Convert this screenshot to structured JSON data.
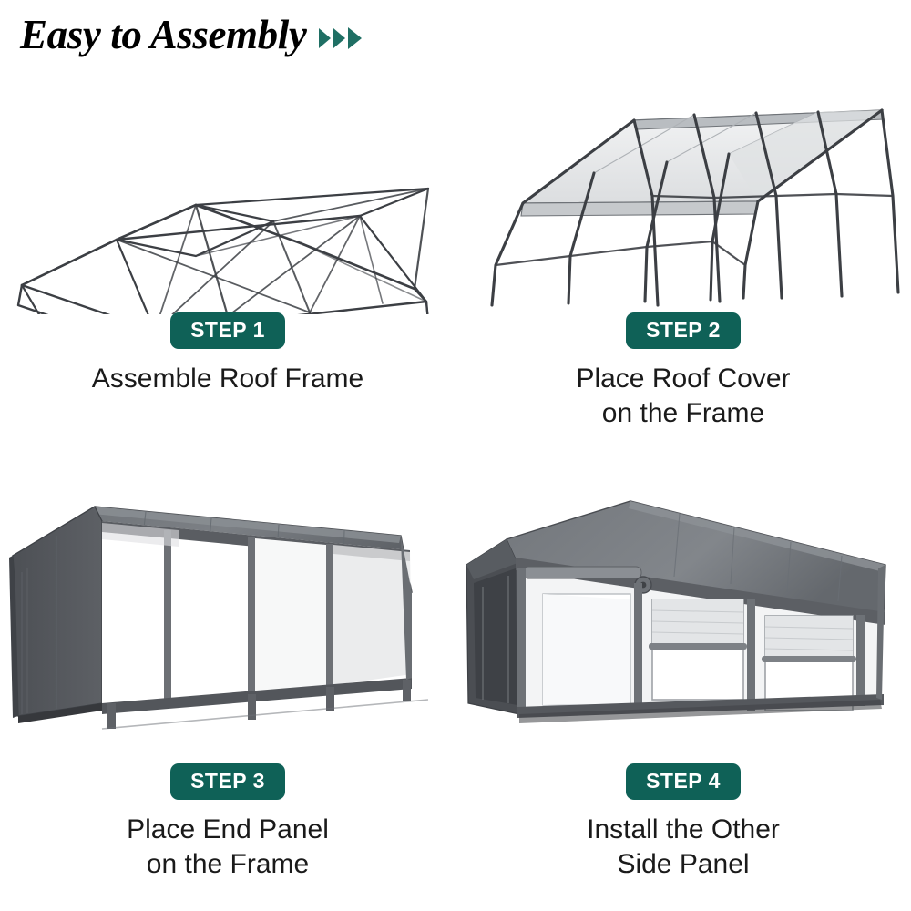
{
  "header": {
    "title": "Easy to Assembly",
    "arrow_icon": "triple-chevron-right",
    "accent_color": "#1f6f64"
  },
  "theme": {
    "badge_bg": "#0f6157",
    "badge_text": "#ffffff",
    "frame_stroke": "#3c3f44",
    "canopy_dark": "#55585d",
    "canopy_mid": "#6f7378",
    "canopy_light": "#8e9297",
    "panel_white": "#f4f5f6",
    "page_bg": "#ffffff"
  },
  "steps": [
    {
      "badge": "STEP 1",
      "caption": "Assemble Roof Frame",
      "illustration": "roof-frame-skeleton"
    },
    {
      "badge": "STEP 2",
      "caption": "Place Roof Cover\non the Frame",
      "illustration": "roof-cover-on-frame"
    },
    {
      "badge": "STEP 3",
      "caption": "Place End Panel\non the Frame",
      "illustration": "carport-with-end-panel"
    },
    {
      "badge": "STEP 4",
      "caption": "Install the Other\nSide Panel",
      "illustration": "carport-with-side-panel-windows"
    }
  ]
}
